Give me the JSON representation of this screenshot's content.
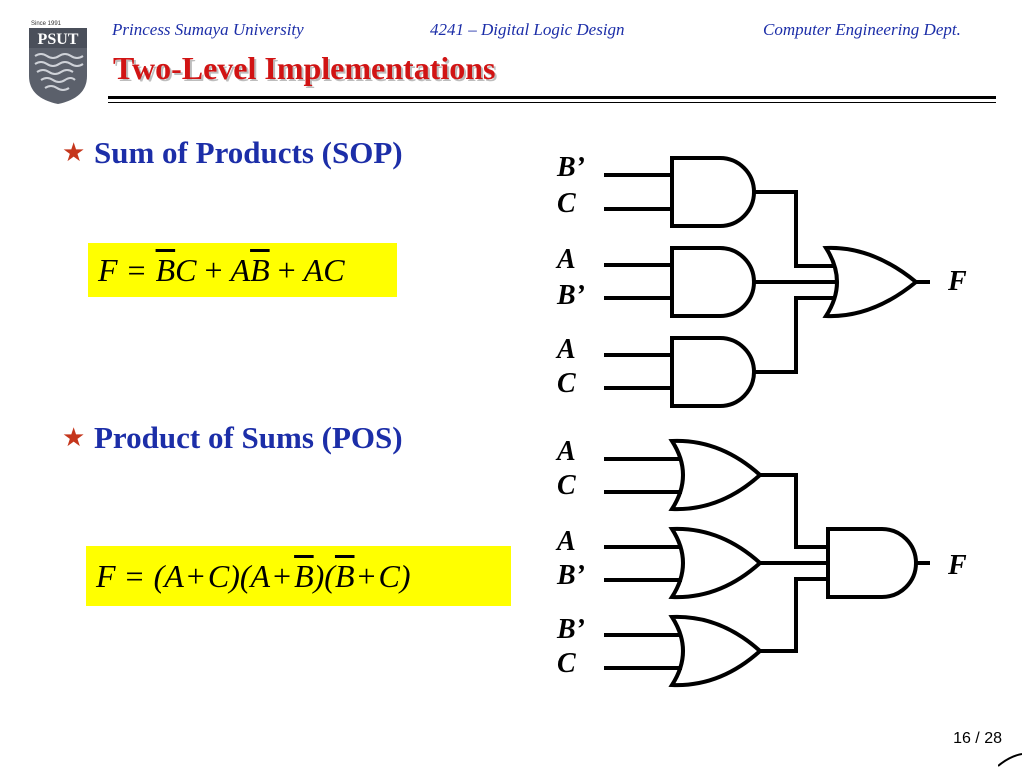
{
  "header": {
    "university": "Princess Sumaya University",
    "course": "4241 – Digital Logic Design",
    "department": "Computer Engineering Dept.",
    "logo_text": "PSUT",
    "logo_since": "Since 1991"
  },
  "slide": {
    "title": "Two-Level Implementations",
    "bullets": [
      {
        "label": "Sum of Products (SOP)"
      },
      {
        "label": "Product of Sums (POS)"
      }
    ],
    "sop_equation": {
      "lhs": "F",
      "eq": "=",
      "t1a": "B",
      "t1b": "C",
      "plus": "+",
      "t2a": "A",
      "t2b": "B",
      "t3a": "A",
      "t3b": "C"
    },
    "pos_equation": {
      "lhs": "F",
      "eq": "=",
      "p1": "(A",
      "p1plus": "+",
      "p1b": "C)",
      "p2": "(A",
      "p2plus": "+",
      "p2b": "B",
      "p2c": ")",
      "p3o": "(",
      "p3a": "B",
      "p3plus": "+",
      "p3b": "C)"
    }
  },
  "sop_circuit": {
    "inputs": [
      "B’",
      "C",
      "A",
      "B’",
      "A",
      "C"
    ],
    "output": "F"
  },
  "pos_circuit": {
    "inputs": [
      "A",
      "C",
      "A",
      "B’",
      "B’",
      "C"
    ],
    "output": "F"
  },
  "footer": {
    "page": "16 / 28"
  },
  "colors": {
    "title": "#d11414",
    "blue": "#1c2ea8",
    "star": "#c5361c",
    "highlight": "#ffff00"
  }
}
